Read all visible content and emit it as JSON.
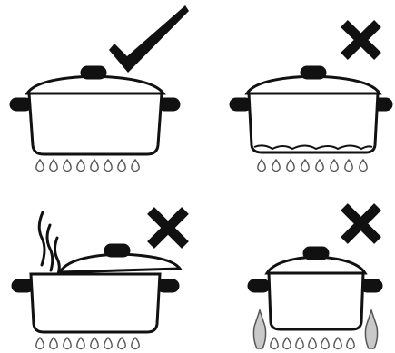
{
  "colors": {
    "line": "#111111",
    "fill": "#ffffff",
    "flame_stroke": "#555555",
    "flame_fill": "#ffffff",
    "big_flame_fill": "#c9c9c9"
  },
  "panels": [
    {
      "id": "correct",
      "verdict": "check-mark-icon",
      "lid": "closed",
      "flames": "under-pot",
      "steam": false,
      "pot_wide": false
    },
    {
      "id": "pot-too-small-for-flame",
      "verdict": "cross-mark-icon",
      "lid": "closed",
      "flames": "under-pot",
      "steam": false,
      "pot_wide": true
    },
    {
      "id": "lid-not-closed",
      "verdict": "cross-mark-icon",
      "lid": "ajar",
      "flames": "under-pot",
      "steam": true,
      "pot_wide": false
    },
    {
      "id": "flame-too-high",
      "verdict": "cross-mark-icon",
      "lid": "closed",
      "flames": "around-pot",
      "steam": false,
      "pot_wide": false
    }
  ]
}
